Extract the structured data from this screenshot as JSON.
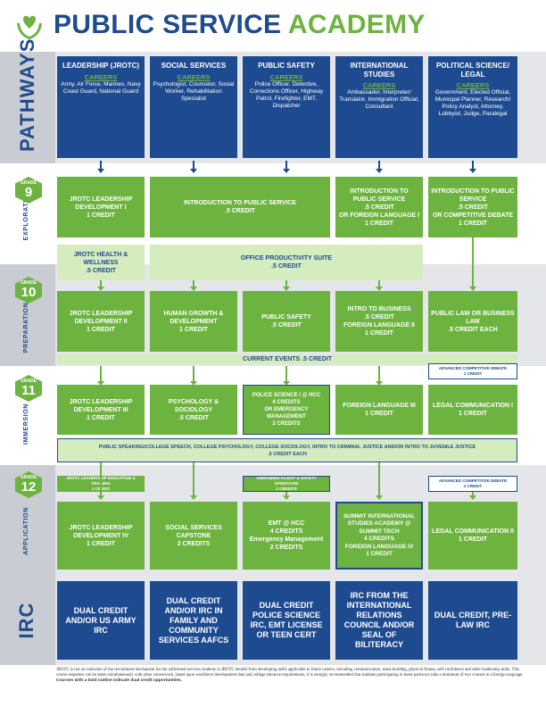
{
  "header": {
    "title_part1": "PUBLIC SERVICE",
    "title_part2": "ACADEMY",
    "brand_navy": "#1e4b8f",
    "brand_green": "#6db33f"
  },
  "rows": {
    "pathways": "PATHWAYS",
    "exploration": "EXPLORATION",
    "preparation": "PREPARATION",
    "immersion": "IMMERSION",
    "application": "APPLICATION",
    "irc": "IRC"
  },
  "grades": [
    {
      "word": "GRADE",
      "num": "9"
    },
    {
      "word": "GRADE",
      "num": "10"
    },
    {
      "word": "GRADE",
      "num": "11"
    },
    {
      "word": "GRADE",
      "num": "12"
    }
  ],
  "pathways": [
    {
      "title": "LEADERSHIP (JROTC)",
      "careers_label": "CAREERS",
      "careers": "Army, Air Force, Marines, Navy Coast Guard, National Guard"
    },
    {
      "title": "SOCIAL SERVICES",
      "careers_label": "CAREERS",
      "careers": "Psychologist, Counselor, Social Worker, Rehabilitation Specialist"
    },
    {
      "title": "PUBLIC SAFETY",
      "careers_label": "CAREERS",
      "careers": "Police Officer, Detective, Corrections Officer, Highway Patrol, Firefighter, EMT, Dispatcher"
    },
    {
      "title": "INTERNATIONAL STUDIES",
      "careers_label": "CAREERS",
      "careers": "Ambassador, Interpreter/ Translator, Immigration Official, Consultant"
    },
    {
      "title": "POLITICAL SCIENCE/ LEGAL",
      "careers_label": "CAREERS",
      "careers": "Government, Elected Official, Municipal Planner, Research/ Policy Analyst, Attorney, Lobbyist, Judge, Paralegal"
    }
  ],
  "grade9": {
    "jrotc1": {
      "name": "JROTC LEADERSHIP DEVELOPMENT I",
      "credit": "1 CREDIT"
    },
    "intro_ps": {
      "name": "INTRODUCTION TO PUBLIC SERVICE",
      "credit": ".5 CREDIT"
    },
    "intl": {
      "name": "INTRODUCTION TO PUBLIC SERVICE",
      "credit": ".5 CREDIT",
      "alt": "OR FOREIGN LANGUAGE I",
      "alt_credit": "1 CREDIT"
    },
    "polisci": {
      "name": "INTRODUCTION TO PUBLIC SERVICE",
      "credit": ".5 CREDIT",
      "alt": "OR COMPETITIVE DEBATE",
      "alt_credit": "1 CREDIT"
    },
    "health": {
      "name": "JROTC HEALTH & WELLNESS",
      "credit": ".5 CREDIT"
    },
    "office": {
      "name": "OFFICE PRODUCTIVITY SUITE",
      "credit": ".5 CREDIT"
    }
  },
  "grade10": {
    "jrotc2": {
      "name": "JROTC LEADERSHIP DEVELOPMENT II",
      "credit": "1 CREDIT"
    },
    "human": {
      "name": "HUMAN GROWTH & DEVELOPMENT",
      "credit": "1 CREDIT"
    },
    "safety": {
      "name": "PUBLIC SAFETY",
      "credit": ".5 CREDIT"
    },
    "business": {
      "name": "INTRO TO BUSINESS",
      "credit": ".5 CREDIT",
      "alt": "FOREIGN LANGUAGE II",
      "alt_credit": "1 CREDIT"
    },
    "law": {
      "name": "PUBLIC LAW OR BUSINESS LAW",
      "credit": ".5 CREDIT EACH"
    },
    "current": "CURRENT EVENTS .5 CREDIT"
  },
  "grade11": {
    "debate_adv": {
      "name": "ADVANCED COMPETITIVE DEBATE",
      "credit": "1 CREDIT"
    },
    "jrotc3": {
      "name": "JROTC LEADERSHIP DEVELOPMENT III",
      "credit": "1 CREDIT"
    },
    "psych": {
      "name": "PSYCHOLOGY & SOCIOLOGY",
      "credit": ".5 CREDIT"
    },
    "police": {
      "name": "POLICE SCIENCE I @ HCC",
      "credit": "4 CREDITS",
      "alt": "OR EMERGENCY MANAGEMENT",
      "alt_credit": "2 CREDITS"
    },
    "lang3": {
      "name": "FOREIGN LANGUAGE III",
      "credit": "1 CREDIT"
    },
    "legal1": {
      "name": "LEGAL COMMUNICATION I",
      "credit": "1 CREDIT"
    },
    "speech": {
      "name": "PUBLIC SPEAKING/COLLEGE SPEECH, COLLEGE PSYCHOLOGY, COLLEGE SOCIOLOGY, INTRO TO CRIMINAL JUSTICE AND/OR INTRO TO JUVENILE JUSTICE",
      "credit": ".5 CREDIT EACH"
    }
  },
  "grade12": {
    "jrotc_edu": {
      "name": "JROTC LEADERSHIP EDUCATION & TRAINING",
      "credit": "1 CREDIT"
    },
    "drone": {
      "name": "UNMANNED FLIGHT & SAFETY OPERATION",
      "credit": "2 CREDITS"
    },
    "debate_adv": {
      "name": "ADVANCED COMPETITIVE DEBATE",
      "credit": "1 CREDIT"
    },
    "jrotc4": {
      "name": "JROTC LEADERSHIP DEVELOPMENT IV",
      "credit": "1 CREDIT"
    },
    "capstone": {
      "name": "SOCIAL SERVICES CAPSTONE",
      "credit": "2 CREDITS"
    },
    "emt": {
      "name": "EMT @ HCC",
      "credit": "4 CREDITS",
      "alt": "Emergency Management",
      "alt_credit": "2 CREDITS"
    },
    "summit": {
      "name": "SUMMIT INTERNATIONAL STUDIES ACADEMY @ SUMMIT TECH",
      "credit": "4 CREDITS",
      "alt": "FOREIGN LANGUAGE IV",
      "alt_credit": "1 CREDIT"
    },
    "legal2": {
      "name": "LEGAL COMMUNICATION II",
      "credit": "1 CREDIT"
    }
  },
  "irc": [
    "DUAL CREDIT AND/OR US ARMY IRC",
    "DUAL CREDIT AND/OR IRC IN FAMILY AND COMMUNITY SERVICES AAFCS",
    "DUAL CREDIT POLICE SCIENCE IRC, EMT LICENSE OR TEEN CERT",
    "IRC FROM THE INTERNATIONAL RELATIONS COUNCIL AND/OR SEAL OF BILITERACY",
    "DUAL CREDIT, PRE-LAW IRC"
  ],
  "footer": {
    "text": "JROTC is not an extension of the recruitment mechanism for the uniformed services students in JROTC benefit from developing skills applicable to future careers, including communication, team-building, physical fitness, self-confidence and other leadership skills. This course sequence can be taken simultaneously with other coursework, based upon workforce development data and college entrance requirements, it is strongly recommended that students participating in these pathways take a minimum of two courses in a foreign language.",
    "bold": "Courses with a bold outline indicate dual credit opportunities."
  }
}
